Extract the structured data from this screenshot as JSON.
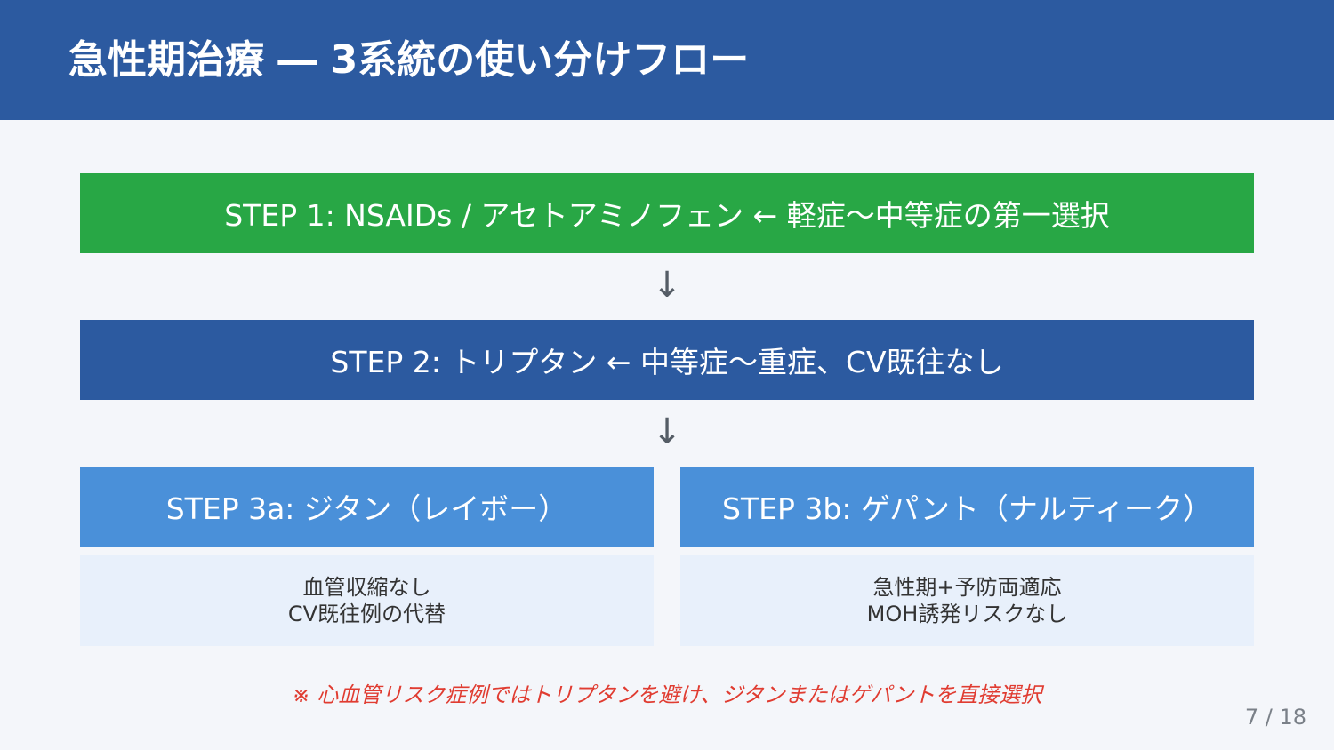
{
  "slide": {
    "title": "急性期治療 ― 3系統の使い分けフロー",
    "page_number": "7 / 18"
  },
  "flow": {
    "step1": {
      "label": "STEP 1: NSAIDs / アセトアミノフェン ← 軽症～中等症の第一選択"
    },
    "arrow1": {
      "glyph": "↓"
    },
    "step2": {
      "label": "STEP 2: トリプタン ← 中等症～重症、CV既往なし"
    },
    "arrow2": {
      "glyph": "↓"
    },
    "step3a": {
      "label": "STEP 3a: ジタン（レイボー）",
      "desc_line1": "血管収縮なし",
      "desc_line2": "CV既往例の代替"
    },
    "step3b": {
      "label": "STEP 3b: ゲパント（ナルティーク）",
      "desc_line1": "急性期+予防両適応",
      "desc_line2": "MOH誘発リスクなし"
    }
  },
  "note": "※ 心血管リスク症例ではトリプタンを避け、ジタンまたはゲパントを直接選択",
  "colors": {
    "header": "#2c5aa0",
    "step1": "#28a745",
    "step2": "#2c5aa0",
    "step3": "#4a90d9",
    "note": "#e03c31"
  }
}
